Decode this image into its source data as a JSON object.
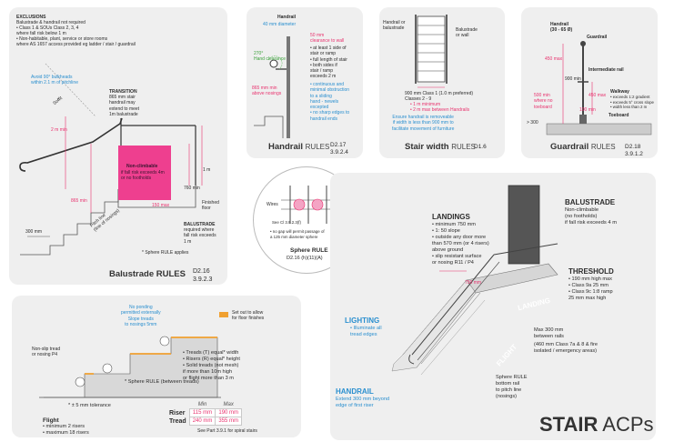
{
  "exclusions": {
    "title": "EXCLUSIONS",
    "line1": "Balustrade & handrail not required",
    "bullet1": "• Class 1 & SOUs Class 2, 3, 4\n  where fall risk below 1 m",
    "bullet2": "• Non-habitable, plant, service or store rooms\n  where AS 1657 access provided eg ladder / stair / guardrail"
  },
  "balustrade": {
    "bulkhead_note": "Avoid 90° bulkheads\nwithin 2.1 m of pitchline",
    "soffit": "Soffit",
    "transition_title": "TRANSITION",
    "transition_text": "865 mm stair\nhandrail may\nextend to meet\n1m balustrade",
    "dim_2m": "2 m min",
    "nonclimb_title": "Non-climbable",
    "nonclimb_text": "if fall risk exceeds 4m\nor no footholds",
    "dim_1m": "1 m",
    "dim_760": "760 min",
    "dim_150": "150 max",
    "dim_865": "865 min",
    "pitch_line": "Pitch line\n(line of nosings)",
    "finished_floor": "Finished\nfloor",
    "dim_300": "300 mm",
    "bal_note_title": "BALUSTRADE",
    "bal_note_text": "required where\nfall risk exceeds\n1 m",
    "sphere_rule_note": "* Sphere RULE applies",
    "caption": "Balustrade RULES",
    "code": "D2.16\n3.9.2.3"
  },
  "handrail": {
    "title": "Handrail",
    "dim_40": "40 mm diameter",
    "dim_270": "270°\nHand clearance",
    "dim_50": "50 mm\nclearance to wall",
    "bullets": "• at least 1 side of\n  stair or ramp\n• full length of stair\n• both sides if\n  stair / ramp\n  exceeds 2 m",
    "bullets_blue": "• continuous and\n  minimal obstruction\n  to a sliding\n  hand - newels\n  excepted\n• no sharp edges to\n  handrail ends",
    "dim_865": "865 mm min\nabove nosings",
    "caption": "Handrail",
    "caption_suffix": "RULES",
    "code": "D2.17\n3.9.2.4"
  },
  "stairwidth": {
    "label_left": "Handrail or\nbalustrade",
    "label_right": "Balustrade\nor wall",
    "text1": "900 mm Class 1 (1.0 m preferred)\nClasses 2 - 9",
    "text_blue": "• 1 m minimum\n• 2 m max between Handrails",
    "note": "Ensure handrail is removeable\nif width is less than 900 mm to\nfacilitate movement of furniture",
    "caption": "Stair width",
    "caption_suffix": "RULES",
    "code": "D1.6"
  },
  "guardrail": {
    "title": "Handrail\n(30 - 65 Ø)",
    "guardrail_label": "Guardrail",
    "intermediate": "Intermediate rail",
    "dim_450a": "450 max",
    "dim_900": "900 min",
    "dim_450b": "450 max",
    "dim_500": "500 min\nwhere no\ntoeboard",
    "dim_100": "100 min",
    "walkway_title": "Walkway",
    "walkway_text": "• exceeds 1:2 gradient\n• exceeds 5° cross slope\n• width less than 2 m",
    "toeboard": "Toeboard",
    "dim_300": "> 300",
    "caption": "Guardrail",
    "caption_suffix": "RULES",
    "code": "D2.18\n3.9.1.2"
  },
  "sphere": {
    "wires": "Wires",
    "see": "See Cl 3.9.2.3(f)",
    "note": "• no gap will permit passage of\n  a 125 mm diameter sphere",
    "caption": "Sphere RULE",
    "code": "D2.16 (h)(11)(A)"
  },
  "treads": {
    "set_out": "Set out to allow\nfor floor finishes",
    "no_ponding": "No ponding\npermitted externally\nSlope treads\nto nosings 5mm",
    "non_slip": "Non-slip tread\nor nosing P4",
    "bullets": "• Treads (T) equal* width\n• Risers (R) equal* height\n• Solid treads (not mesh)\n  if more than 10m high\n  or flight more than 3 m",
    "sphere_rule": "* Sphere RULE (between treads)",
    "tolerance": "* ± 5 mm tolerance",
    "flight_title": "Flight",
    "flight_text": "• minimum 2 risers\n• maximum 18 risers",
    "see_part": "See Part 3.9.1 for spiral stairs",
    "table": {
      "h_min": "Min",
      "h_max": "Max",
      "riser_label": "Riser",
      "riser_min": "115 mm",
      "riser_max": "190 mm",
      "tread_label": "Tread",
      "tread_min": "240 mm",
      "tread_max": "355 mm"
    }
  },
  "stair": {
    "balustrade_title": "BALUSTRADE",
    "balustrade_text": "Non-climbable\n(no footholds)\nif fall risk exceeds 4 m",
    "landings_title": "LANDINGS",
    "landings_text": "• minimum 750 mm\n• 1: 50 slope\n• outside any door more\n  than 570 mm (or 4 risers)\n  above ground\n• slip resistant surface\n  or nosing R11 / P4",
    "dim_750": "750 mm",
    "landing_word": "LANDING",
    "flight_word": "FLIGHT",
    "threshold_title": "THRESHOLD",
    "threshold_text": "• 190 mm high max\n• Class 9a 25 mm\n• Class 9c 1:8 ramp\n  25 mm max high",
    "lighting_title": "LIGHTING",
    "lighting_text": "• Illuminate all\n  tread edges",
    "max300": "Max 300 mm\nbetween rails",
    "class_note": "(460 mm Class 7a & 8 & fire\nisolated / emergency areas)",
    "sphere_note": "Sphere RULE\nbottom rail\nto pitch line\n(nosings)",
    "handrail_title": "HANDRAIL",
    "handrail_text": "Extend 300 mm beyond\nedge of first riser",
    "big_title": "STAIR",
    "big_suffix": "ACPs"
  },
  "colors": {
    "blue": "#2a8fcf",
    "pink": "#e8326e",
    "orange": "#f0a030",
    "panel": "#efefef"
  }
}
